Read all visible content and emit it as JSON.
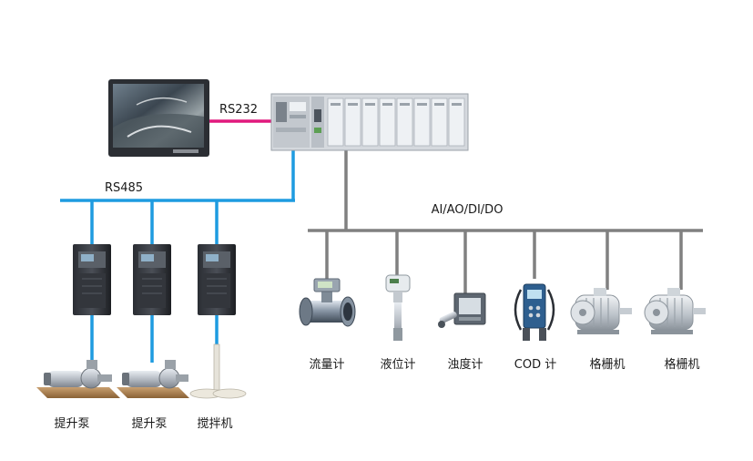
{
  "links": {
    "rs232": "RS232",
    "rs485": "RS485",
    "io_bus": "AI/AO/DI/DO"
  },
  "devices_rs485": [
    {
      "label": "提升泵",
      "kind": "pump"
    },
    {
      "label": "提升泵",
      "kind": "pump"
    },
    {
      "label": "搅拌机",
      "kind": "mixer"
    }
  ],
  "devices_io": [
    {
      "label": "流量计",
      "kind": "flowmeter"
    },
    {
      "label": "液位计",
      "kind": "level-meter"
    },
    {
      "label": "浊度计",
      "kind": "turbidity-meter"
    },
    {
      "label": "COD 计",
      "kind": "cod-meter"
    },
    {
      "label": "格栅机",
      "kind": "motor"
    },
    {
      "label": "格栅机",
      "kind": "motor"
    }
  ],
  "colors": {
    "rs232_line": "#e0197d",
    "rs485_line": "#1e9be0",
    "io_line": "#808080"
  }
}
